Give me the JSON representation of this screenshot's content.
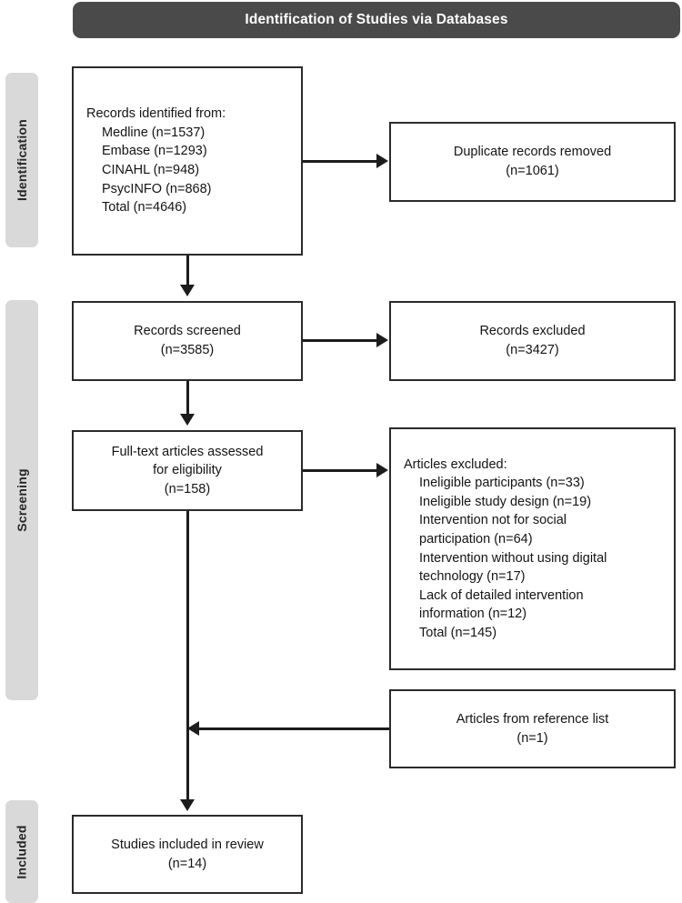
{
  "header": {
    "title": "Identification of Studies via Databases",
    "bar_color": "#4a4a4a",
    "text_color": "#ffffff"
  },
  "stages": [
    {
      "id": "identification",
      "label": "Identification",
      "color": "#d9d9d9"
    },
    {
      "id": "screening",
      "label": "Screening",
      "color": "#d9d9d9"
    },
    {
      "id": "included",
      "label": "Included",
      "color": "#d9d9d9"
    }
  ],
  "boxes": {
    "records_identified": {
      "lines": [
        "Records identified from:",
        "Medline (n=1537)",
        "Embase (n=1293)",
        "CINAHL (n=948)",
        "PsycINFO (n=868)",
        "Total (n=4646)"
      ]
    },
    "duplicates_removed": {
      "lines": [
        "Duplicate records removed",
        "(n=1061)"
      ]
    },
    "records_screened": {
      "lines": [
        "Records screened",
        "(n=3585)"
      ]
    },
    "records_excluded": {
      "lines": [
        "Records excluded",
        "(n=3427)"
      ]
    },
    "fulltext_assessed": {
      "lines": [
        "Full-text articles assessed",
        "for eligibility",
        "(n=158)"
      ]
    },
    "articles_excluded": {
      "lines": [
        "Articles excluded:",
        "Ineligible participants (n=33)",
        "Ineligible study design (n=19)",
        "Intervention not for social",
        "participation (n=64)",
        "Intervention without using digital",
        "technology (n=17)",
        "Lack of detailed intervention",
        "information (n=12)",
        "Total (n=145)"
      ]
    },
    "reference_list": {
      "lines": [
        "Articles from reference list",
        "(n=1)"
      ]
    },
    "studies_included": {
      "lines": [
        "Studies included in review",
        "(n=14)"
      ]
    }
  },
  "chart_data": {
    "type": "diagram",
    "title": "Identification of Studies via Databases",
    "diagram_kind": "PRISMA flow diagram",
    "stages": [
      "Identification",
      "Screening",
      "Included"
    ],
    "nodes": [
      {
        "id": "records_identified",
        "stage": "Identification",
        "label": "Records identified from",
        "total": 4646,
        "breakdown": [
          {
            "source": "Medline",
            "n": 1537
          },
          {
            "source": "Embase",
            "n": 1293
          },
          {
            "source": "CINAHL",
            "n": 948
          },
          {
            "source": "PsycINFO",
            "n": 868
          }
        ]
      },
      {
        "id": "duplicates_removed",
        "stage": "Identification",
        "label": "Duplicate records removed",
        "n": 1061
      },
      {
        "id": "records_screened",
        "stage": "Screening",
        "label": "Records screened",
        "n": 3585
      },
      {
        "id": "records_excluded",
        "stage": "Screening",
        "label": "Records excluded",
        "n": 3427
      },
      {
        "id": "fulltext_assessed",
        "stage": "Screening",
        "label": "Full-text articles assessed for eligibility",
        "n": 158
      },
      {
        "id": "articles_excluded",
        "stage": "Screening",
        "label": "Articles excluded",
        "total": 145,
        "breakdown": [
          {
            "reason": "Ineligible participants",
            "n": 33
          },
          {
            "reason": "Ineligible study design",
            "n": 19
          },
          {
            "reason": "Intervention not for social participation",
            "n": 64
          },
          {
            "reason": "Intervention without using digital technology",
            "n": 17
          },
          {
            "reason": "Lack of detailed intervention information",
            "n": 12
          }
        ]
      },
      {
        "id": "reference_list",
        "stage": "Screening",
        "label": "Articles from reference list",
        "n": 1
      },
      {
        "id": "studies_included",
        "stage": "Included",
        "label": "Studies included in review",
        "n": 14
      }
    ],
    "edges": [
      {
        "from": "records_identified",
        "to": "duplicates_removed",
        "direction": "right"
      },
      {
        "from": "records_identified",
        "to": "records_screened",
        "direction": "down"
      },
      {
        "from": "records_screened",
        "to": "records_excluded",
        "direction": "right"
      },
      {
        "from": "records_screened",
        "to": "fulltext_assessed",
        "direction": "down"
      },
      {
        "from": "fulltext_assessed",
        "to": "articles_excluded",
        "direction": "right"
      },
      {
        "from": "reference_list",
        "to": "studies_included",
        "direction": "left"
      },
      {
        "from": "fulltext_assessed",
        "to": "studies_included",
        "direction": "down"
      }
    ]
  }
}
